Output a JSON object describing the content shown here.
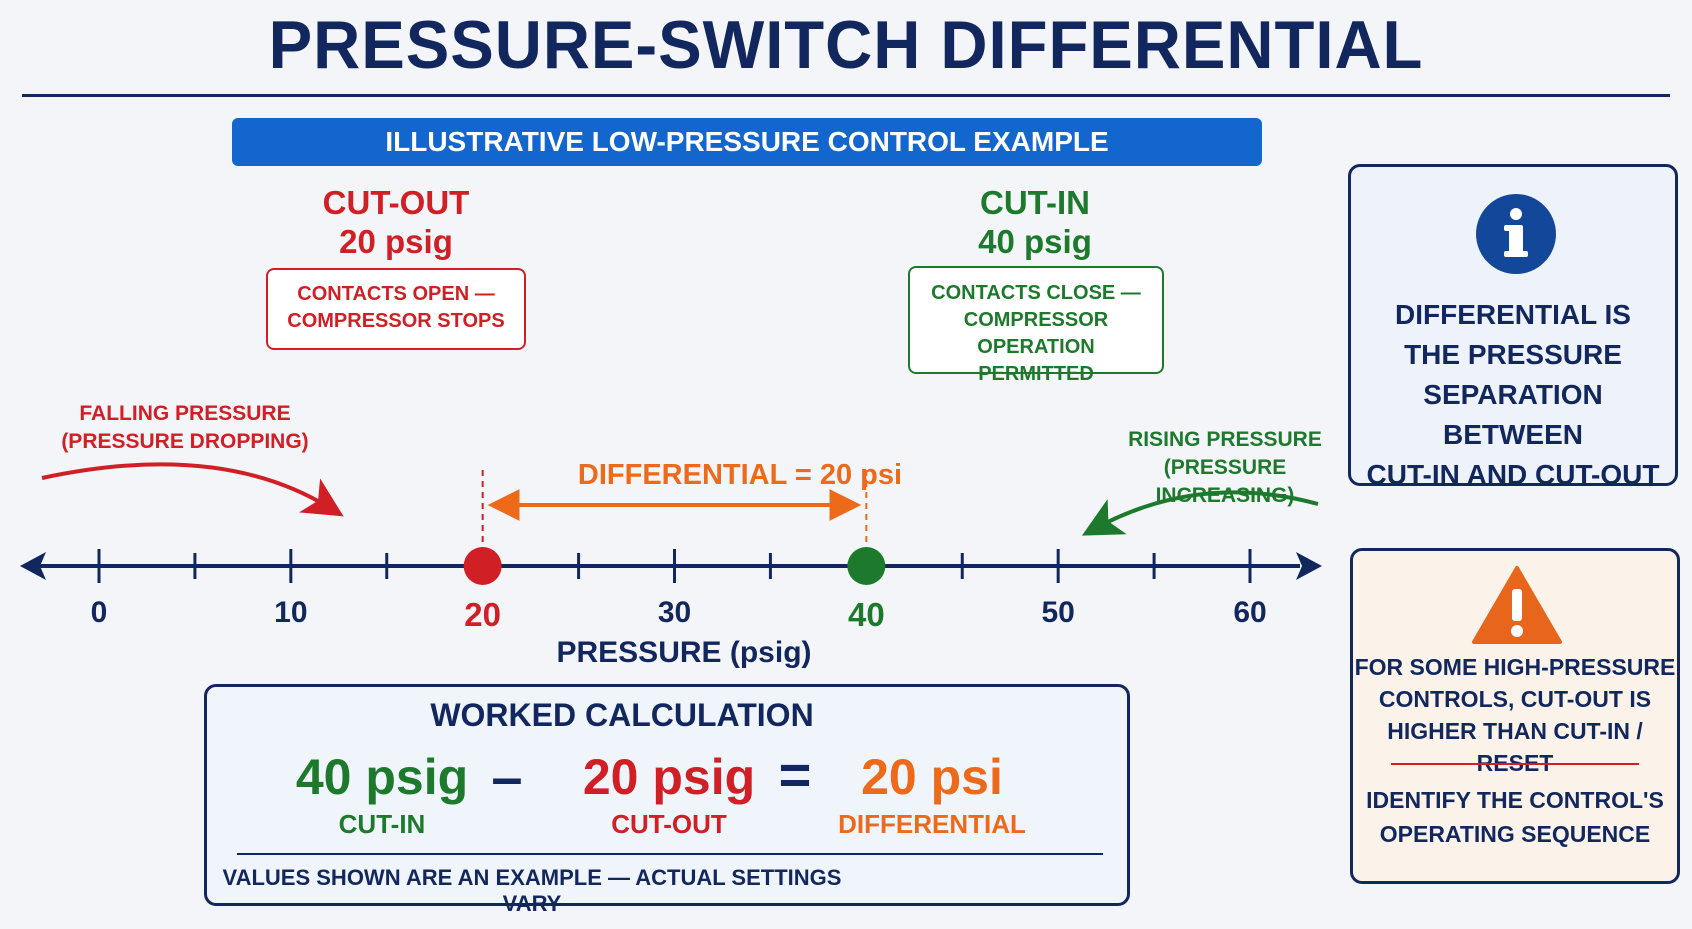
{
  "title": "PRESSURE-SWITCH DIFFERENTIAL",
  "banner": "ILLUSTRATIVE LOW-PRESSURE CONTROL EXAMPLE",
  "cut_out": {
    "label": "CUT-OUT",
    "value": "20 psig",
    "box_line1": "CONTACTS OPEN —",
    "box_line2": "COMPRESSOR STOPS"
  },
  "cut_in": {
    "label": "CUT-IN",
    "value": "40 psig",
    "box_line1": "CONTACTS CLOSE —",
    "box_line2": "COMPRESSOR OPERATION",
    "box_line3": "PERMITTED"
  },
  "falling": {
    "line1": "FALLING PRESSURE",
    "line2": "(PRESSURE DROPPING)"
  },
  "rising": {
    "line1": "RISING PRESSURE",
    "line2": "(PRESSURE INCREASING)"
  },
  "differential_label": "DIFFERENTIAL = 20 psi",
  "axis": {
    "min": -5,
    "max": 63,
    "tick_step": 5,
    "labels": [
      "0",
      "10",
      "20",
      "30",
      "40",
      "50",
      "60"
    ],
    "label_values": [
      0,
      10,
      20,
      30,
      40,
      50,
      60
    ],
    "title": "PRESSURE (psig)",
    "cut_out_value": 20,
    "cut_in_value": 40
  },
  "info_panel": {
    "icon": "info-icon",
    "lines": [
      "DIFFERENTIAL IS",
      "THE PRESSURE",
      "SEPARATION BETWEEN",
      "CUT-IN AND CUT-OUT"
    ]
  },
  "warning_panel": {
    "icon": "warning-icon",
    "lines_top": [
      "FOR SOME HIGH-PRESSURE",
      "CONTROLS, CUT-OUT IS",
      "HIGHER THAN CUT-IN / RESET"
    ],
    "lines_bottom": [
      "IDENTIFY THE CONTROL'S",
      "OPERATING SEQUENCE"
    ]
  },
  "calculation": {
    "title": "WORKED CALCULATION",
    "term1_value": "40 psig",
    "term1_label": "CUT-IN",
    "minus": "–",
    "term2_value": "20 psig",
    "term2_label": "CUT-OUT",
    "equals": "=",
    "result_value": "20 psi",
    "result_label": "DIFFERENTIAL",
    "note": "VALUES SHOWN ARE AN EXAMPLE — ACTUAL SETTINGS VARY"
  },
  "colors": {
    "navy": "#12275e",
    "red": "#d01f25",
    "green": "#1d7a2c",
    "orange": "#ec6a1a",
    "blue": "#1466cf"
  }
}
